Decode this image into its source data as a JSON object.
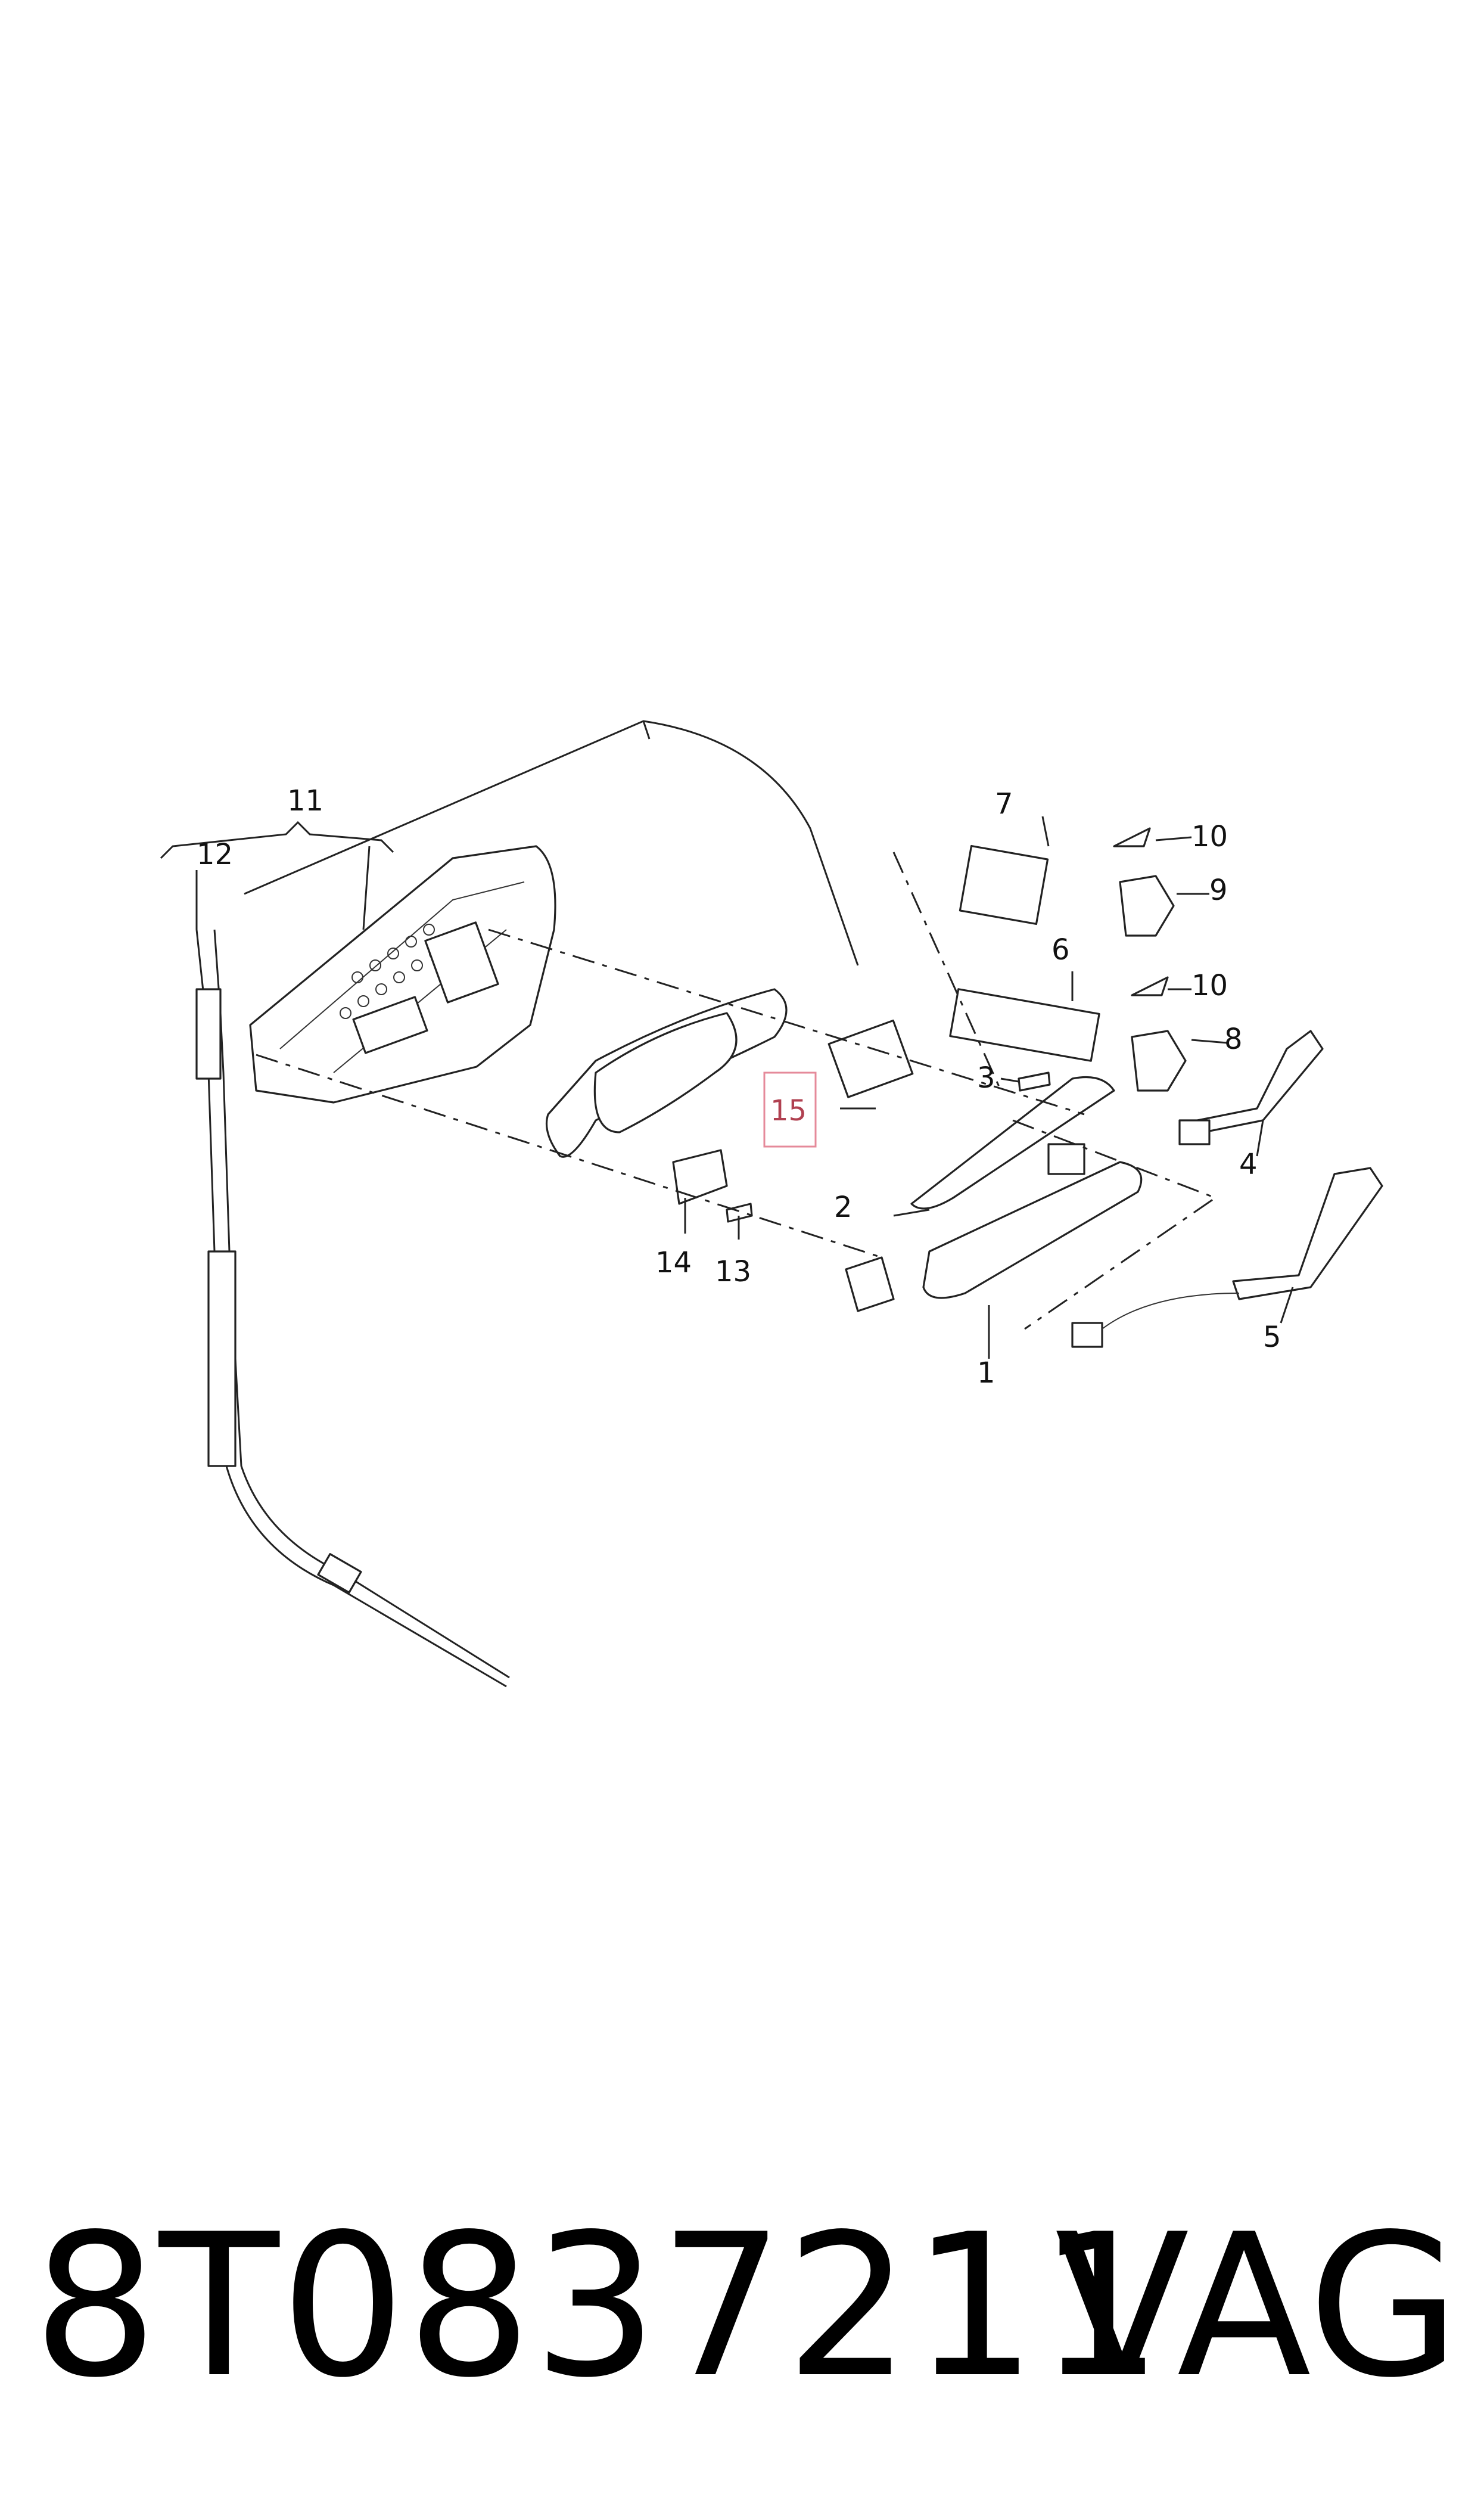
{
  "diagram": {
    "callouts": [
      "1",
      "2",
      "3",
      "4",
      "5",
      "6",
      "7",
      "8",
      "9",
      "10",
      "10",
      "11",
      "12",
      "13",
      "14",
      "15"
    ],
    "highlighted_callout": "15",
    "highlight_color": "#e58a9a"
  },
  "footer": {
    "part_number": "8T0837211",
    "brand": "VAG"
  }
}
